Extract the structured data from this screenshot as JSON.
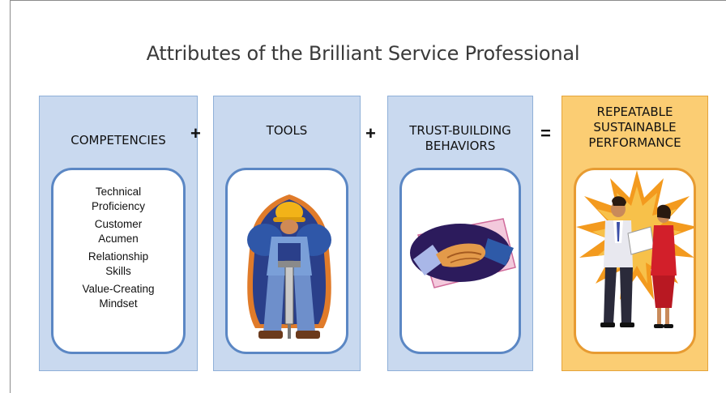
{
  "title": "Attributes of the Brilliant Service Professional",
  "columns": [
    {
      "heading": "COMPETENCIES",
      "items": [
        "Technical Proficiency",
        "Customer Acumen",
        "Relationship Skills",
        "Value-Creating Mindset"
      ],
      "items_lines": [
        [
          "Technical",
          "Proficiency"
        ],
        [
          "Customer",
          "Acumen"
        ],
        [
          "Relationship",
          "Skills"
        ],
        [
          "Value-Creating",
          "Mindset"
        ]
      ]
    },
    {
      "heading": "TOOLS",
      "image": "construction-worker-jackhammer-clipart"
    },
    {
      "heading_lines": [
        "TRUST-BUILDING",
        "BEHAVIORS"
      ],
      "image": "handshake-clipart"
    },
    {
      "heading_lines": [
        "REPEATABLE",
        "SUSTAINABLE",
        "PERFORMANCE"
      ],
      "image": "business-people-starburst-clipart"
    }
  ],
  "operators": [
    "+",
    "+",
    "="
  ],
  "colors": {
    "panel_blue": "#c9d9ef",
    "panel_gold": "#fbcd73",
    "inner_border_blue": "#5b87c4",
    "inner_border_gold": "#e79b32"
  }
}
